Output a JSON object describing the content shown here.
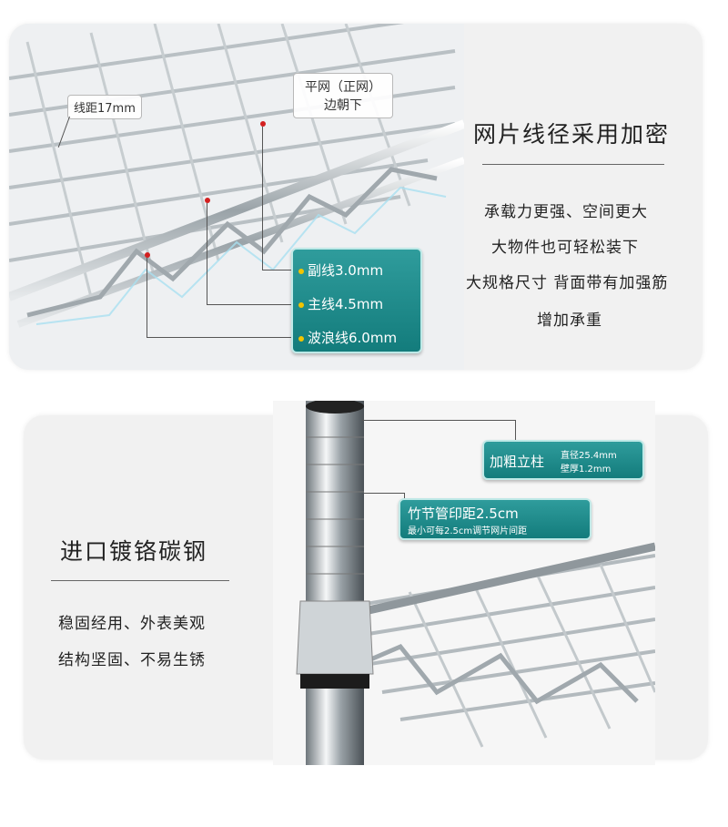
{
  "top_section": {
    "title": "网片线径采用加密",
    "lines": [
      "承载力更强、空间更大",
      "大物件也可轻松装下",
      "大规格尺寸 背面带有加强筋",
      "增加承重"
    ],
    "callouts": {
      "spacing": "线距17mm",
      "flat_mesh_line1": "平网（正网）",
      "flat_mesh_line2": "边朝下",
      "secondary_wire": "副线3.0mm",
      "main_wire": "主线4.5mm",
      "wave_wire": "波浪线6.0mm"
    }
  },
  "bottom_section": {
    "title": "进口镀铬碳钢",
    "lines": [
      "稳固经用、外表美观",
      "结构坚固、不易生锈"
    ],
    "callouts": {
      "pole_title": "加粗立柱",
      "pole_diameter": "直径25.4mm",
      "pole_thickness": "壁厚1.2mm",
      "groove_title": "竹节管印距2.5cm",
      "groove_sub": "最小可每2.5cm调节网片间距"
    }
  },
  "colors": {
    "teal": "#137c7c",
    "card_bg": "#f1f1f1",
    "marker": "#d32020",
    "bullet": "#f2c400"
  }
}
